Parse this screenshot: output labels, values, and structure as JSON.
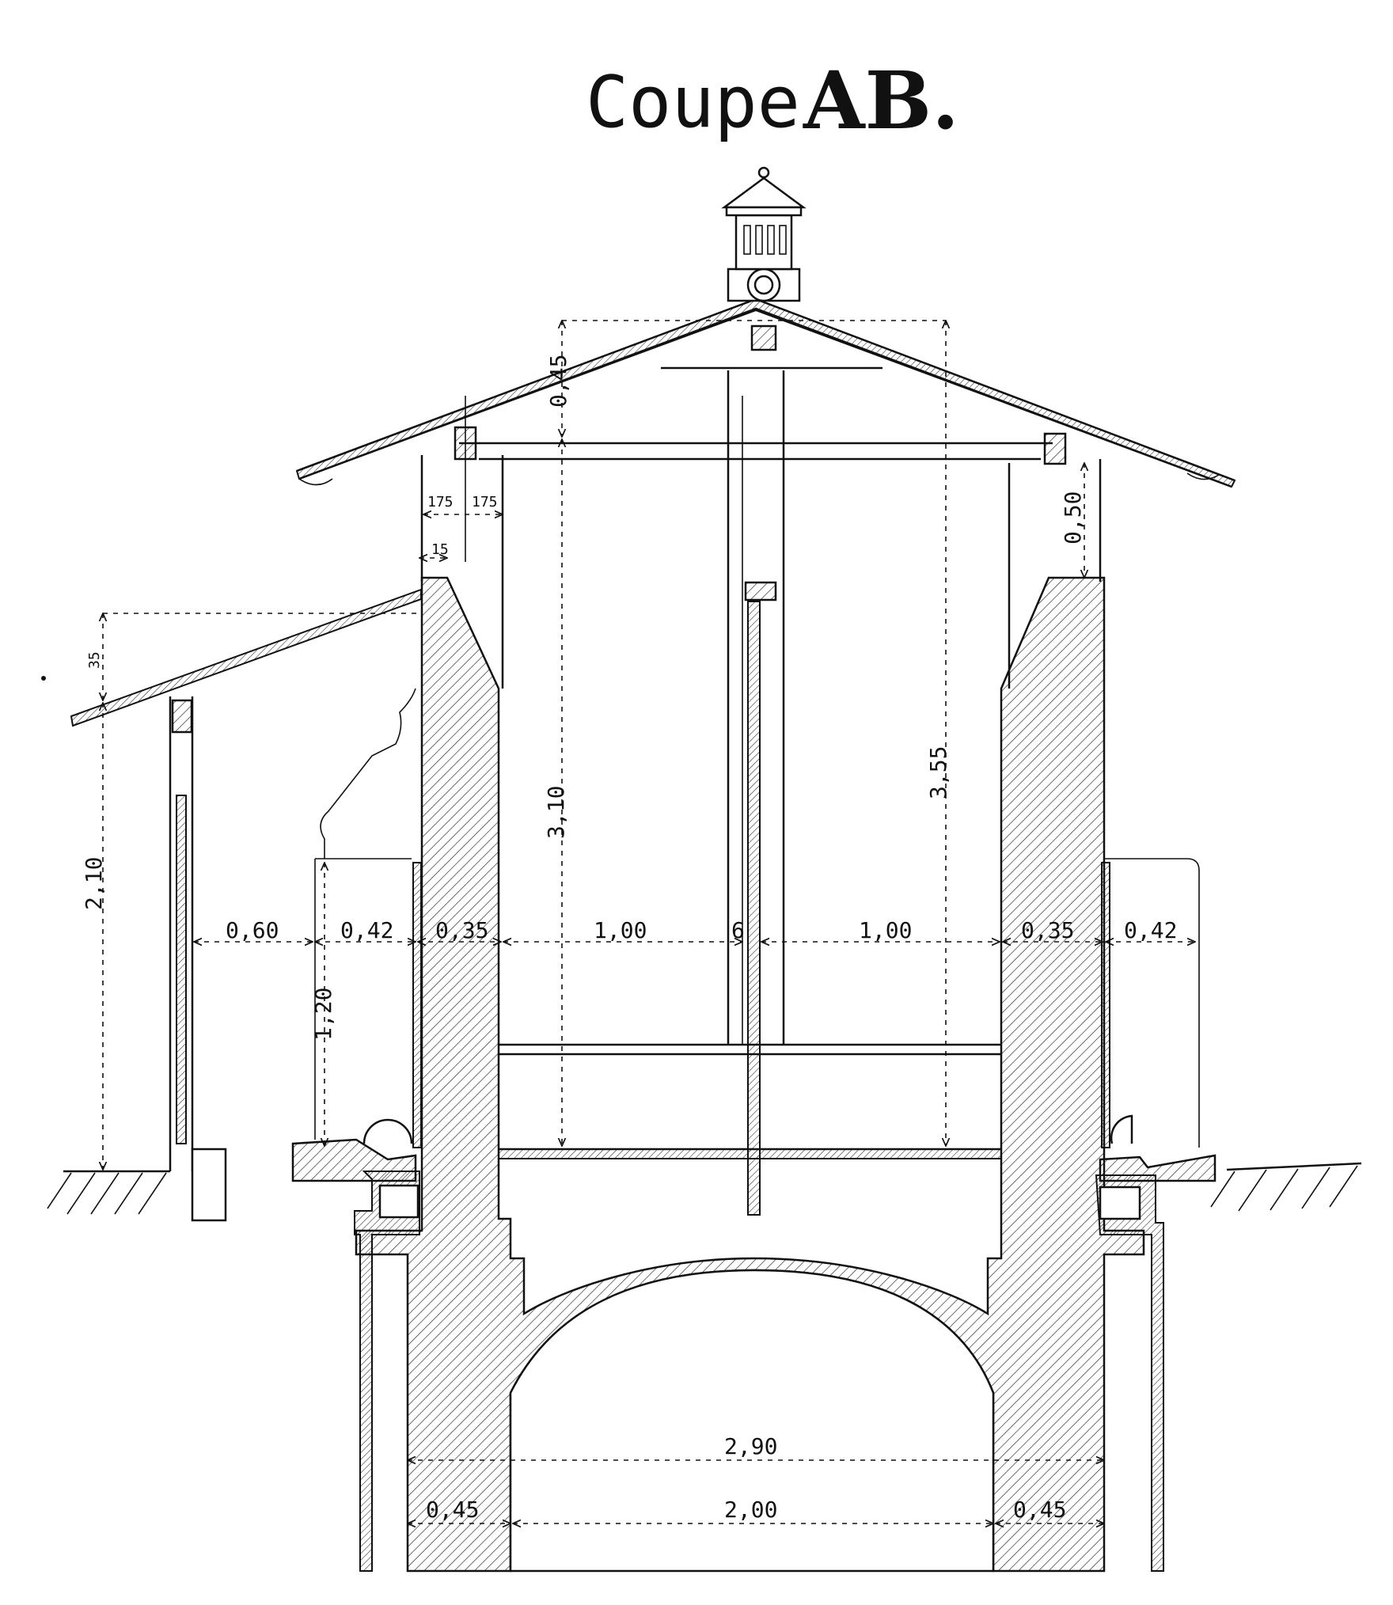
{
  "title": {
    "word": "Coupe",
    "letters": "AB."
  },
  "dimensions": {
    "ridge_height": "0,45",
    "beam_width_left": "175",
    "beam_width_right": "175",
    "beam_offset": "15",
    "eave_drop": "0,50",
    "lean_to_roof": "35",
    "lean_to_height": "2,10",
    "interior_height_left": "3,10",
    "interior_height_right": "3,55",
    "bench_height": "1,20",
    "w_060": "0,60",
    "w_042_left": "0,42",
    "w_035_left": "0,35",
    "w_100_left": "1,00",
    "w_6": "6",
    "w_100_right": "1,00",
    "w_035_right": "0,35",
    "w_042_right": "0,42",
    "vault_outer": "2,90",
    "vault_inner": "2,00",
    "pier_left": "0,45",
    "pier_right": "0,45"
  }
}
